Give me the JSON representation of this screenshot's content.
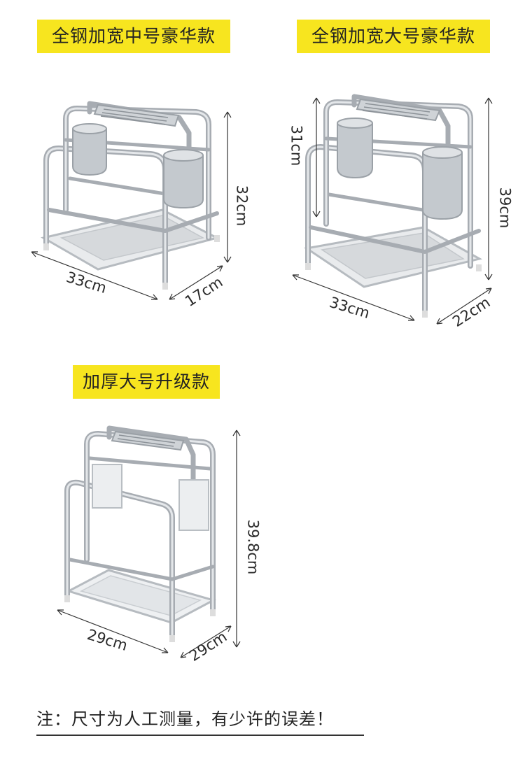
{
  "products": [
    {
      "title": "全钢加宽中号豪华款",
      "dims": {
        "width": "33cm",
        "depth": "17cm",
        "height": "32cm"
      }
    },
    {
      "title": "全钢加宽大号豪华款",
      "dims": {
        "width": "33cm",
        "depth": "22cm",
        "height": "39cm",
        "cup_height": "31cm"
      }
    },
    {
      "title": "加厚大号升级款",
      "dims": {
        "width": "29cm",
        "depth": "29cm",
        "height": "39.8cm"
      }
    }
  ],
  "note": "注：尺寸为人工测量，有少许的误差！",
  "colors": {
    "badge_bg": "#f7e51f",
    "steel": "#a7acb2",
    "background": "#ffffff"
  }
}
